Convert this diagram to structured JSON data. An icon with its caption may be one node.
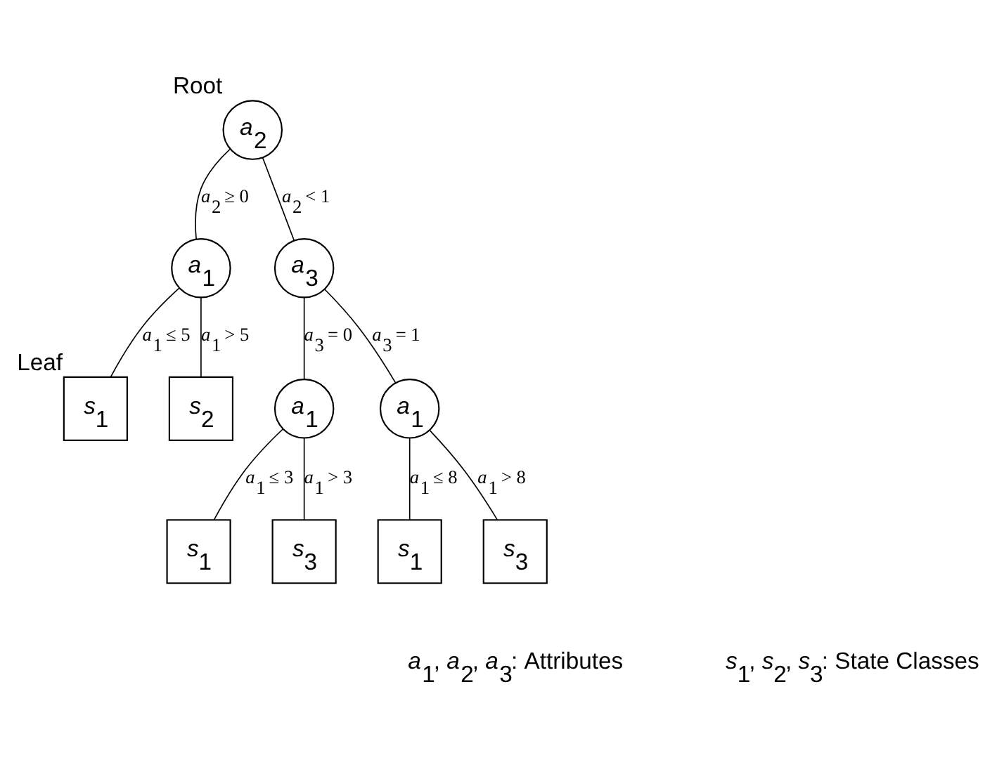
{
  "diagram": {
    "nodes": [
      {
        "text": [
          "*a*$_{2}$"
        ],
        "beside": [
          "Root"
        ]
      },
      {
        "text": [
          "*a*$_{1}$"
        ]
      },
      {
        "text": [
          "*a*$_{3}$"
        ]
      },
      {
        "text": [
          "*s*$_{1}$"
        ],
        "beside": [
          "Leaf"
        ]
      },
      {
        "text": [
          "*s*$_{2}$"
        ]
      },
      {
        "text": [
          "*a*$_{1}$"
        ]
      },
      {
        "text": [
          "*a*$_{1}$"
        ]
      },
      {
        "text": [
          "*s*$_{1}$"
        ]
      },
      {
        "text": [
          "*s*$_{3}$"
        ]
      },
      {
        "text": [
          "*s*$_{1}$"
        ]
      },
      {
        "text": [
          "*s*$_{3}$"
        ]
      }
    ],
    "edges": [
      {
        "from": 0,
        "to": 1,
        "arrow": "none",
        "label": "*a*$_{2}$ ≥ 0"
      },
      {
        "from": 0,
        "to": 2,
        "arrow": "none",
        "label": "*a*$_{2}$ < 1"
      },
      {
        "from": 1,
        "to": 3,
        "arrow": "none",
        "label": "*a*$_{1}$ ≤ 5"
      },
      {
        "from": 1,
        "to": 4,
        "arrow": "none",
        "label": "*a*$_{1}$ > 5"
      },
      {
        "from": 2,
        "to": 5,
        "arrow": "none",
        "label": "*a*$_{3}$ = 0"
      },
      {
        "from": 2,
        "to": 6,
        "arrow": "none",
        "label": "*a*$_{3}$ = 1"
      },
      {
        "from": 5,
        "to": 7,
        "arrow": "none",
        "label": "*a*$_{1}$ ≤ 3"
      },
      {
        "from": 5,
        "to": 8,
        "arrow": "none",
        "label": "*a*$_{1}$ > 3"
      },
      {
        "from": 6,
        "to": 9,
        "arrow": "none",
        "label": "*a*$_{1}$ ≤ 8"
      },
      {
        "from": 6,
        "to": 10,
        "arrow": "none",
        "label": "*a*$_{1}$ > 8"
      }
    ],
    "labels": [
      "*a*$_{1}$, *a*$_{2}$, *a*$_{3}$: Attributes",
      "*s*$_{1}$, *s*$_{2}$, *s*$_{3}$: State Classes"
    ]
  }
}
